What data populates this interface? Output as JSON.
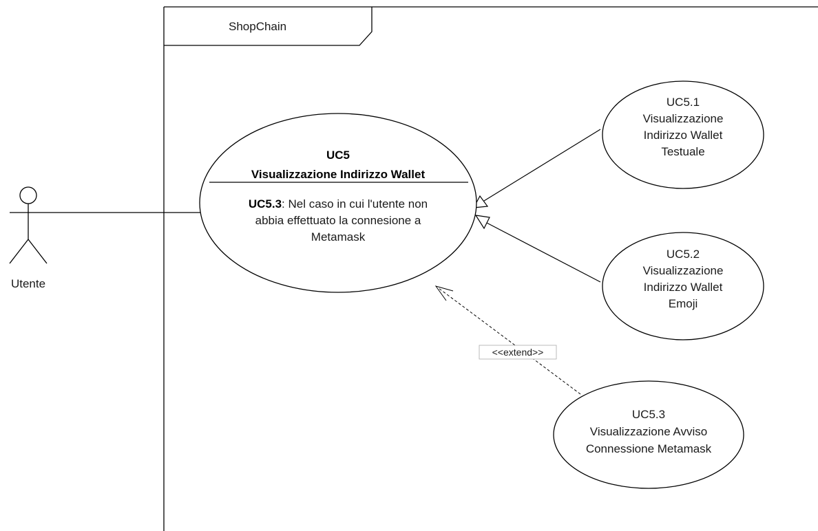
{
  "system": {
    "name": "ShopChain"
  },
  "actor": {
    "name": "Utente"
  },
  "main_use_case": {
    "id": "UC5",
    "title": "Visualizzazione Indirizzo Wallet",
    "extension_point_id": "UC5.3",
    "extension_point_lines": [
      ": Nel caso in cui l'utente non",
      "abbia effettuato la connesione a",
      "Metamask"
    ]
  },
  "use_cases": [
    {
      "lines": [
        "UC5.1",
        "Visualizzazione",
        "Indirizzo Wallet",
        "Testuale"
      ]
    },
    {
      "lines": [
        "UC5.2",
        "Visualizzazione",
        "Indirizzo Wallet",
        "Emoji"
      ]
    },
    {
      "lines": [
        "UC5.3",
        "Visualizzazione Avviso",
        "Connessione Metamask"
      ]
    }
  ],
  "relations": {
    "extend_label": "<<extend>>"
  }
}
